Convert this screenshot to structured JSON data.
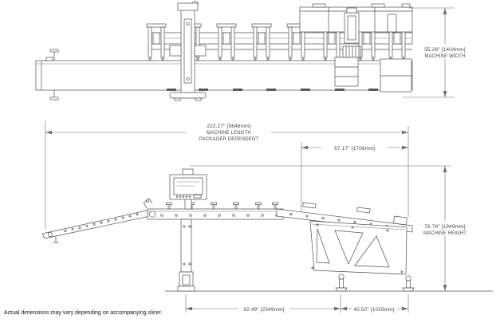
{
  "note": "Actual dimensions may vary depending on accompanying slicer.",
  "dimensions": {
    "machine_width": {
      "value": "55.28\" [1404mm]",
      "label": "MACHINE WIDTH"
    },
    "machine_length": {
      "value": "222.27\" [5646mm]",
      "label": "MACHINE LENGTH",
      "sublabel": "PACKAGER DEPENDENT"
    },
    "section_length": {
      "value": "67.17\" [1706mm]"
    },
    "machine_height": {
      "value": "76.74\" [1949mm]",
      "label": "MACHINE HEIGHT"
    },
    "conveyor_span": {
      "value": "92.49\" [2349mm]"
    },
    "outfeed_span": {
      "value": "40.50\" [1029mm]"
    }
  },
  "colors": {
    "line": "#4f4f4f",
    "dim_line": "#6b6b6b",
    "dim_text": "#4a4a4a",
    "note_text": "#151515",
    "background": "#ffffff"
  }
}
